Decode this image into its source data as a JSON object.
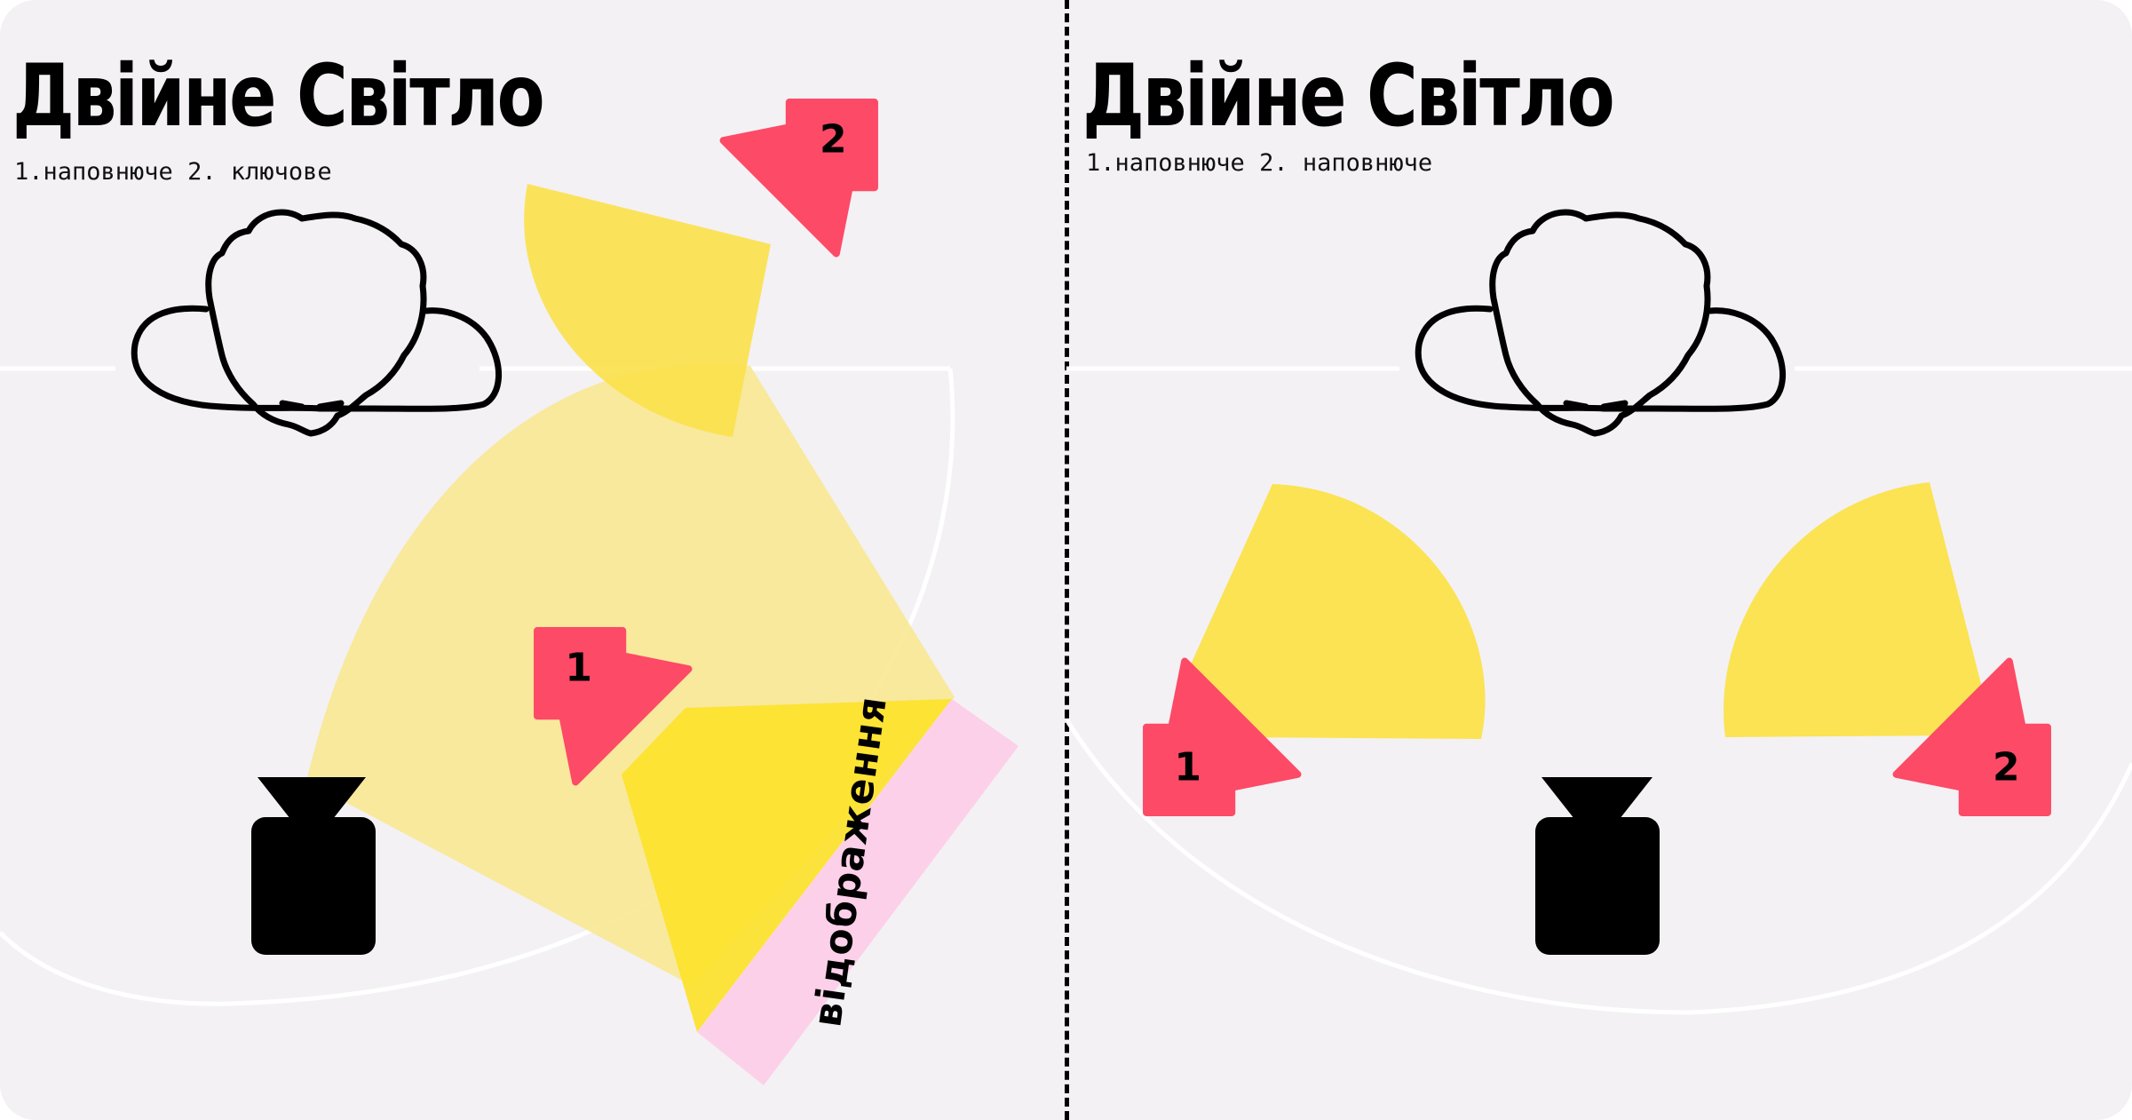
{
  "panels": [
    {
      "title": "Двійне Світло",
      "subtitle": "1.наповнюче 2. ключове",
      "lights": [
        {
          "number": "1",
          "role": "наповнюче"
        },
        {
          "number": "2",
          "role": "ключове"
        }
      ],
      "reflector_label": "відображення"
    },
    {
      "title": "Двійне Світло",
      "subtitle": "1.наповнюче 2. наповнюче",
      "lights": [
        {
          "number": "1",
          "role": "наповнюче"
        },
        {
          "number": "2",
          "role": "наповнюче"
        }
      ]
    }
  ],
  "colors": {
    "background": "#f3f1f4",
    "light_beam": "#fbe14a",
    "light_beam_soft": "#f8e892",
    "light_head": "#fd4a67",
    "reflector": "#fdd0ea",
    "camera": "#000000",
    "outline": "#000000",
    "guide_lines": "#ffffff"
  },
  "icons": [
    "person-top-view-icon",
    "camera-icon",
    "light-head-icon",
    "reflector-icon"
  ]
}
